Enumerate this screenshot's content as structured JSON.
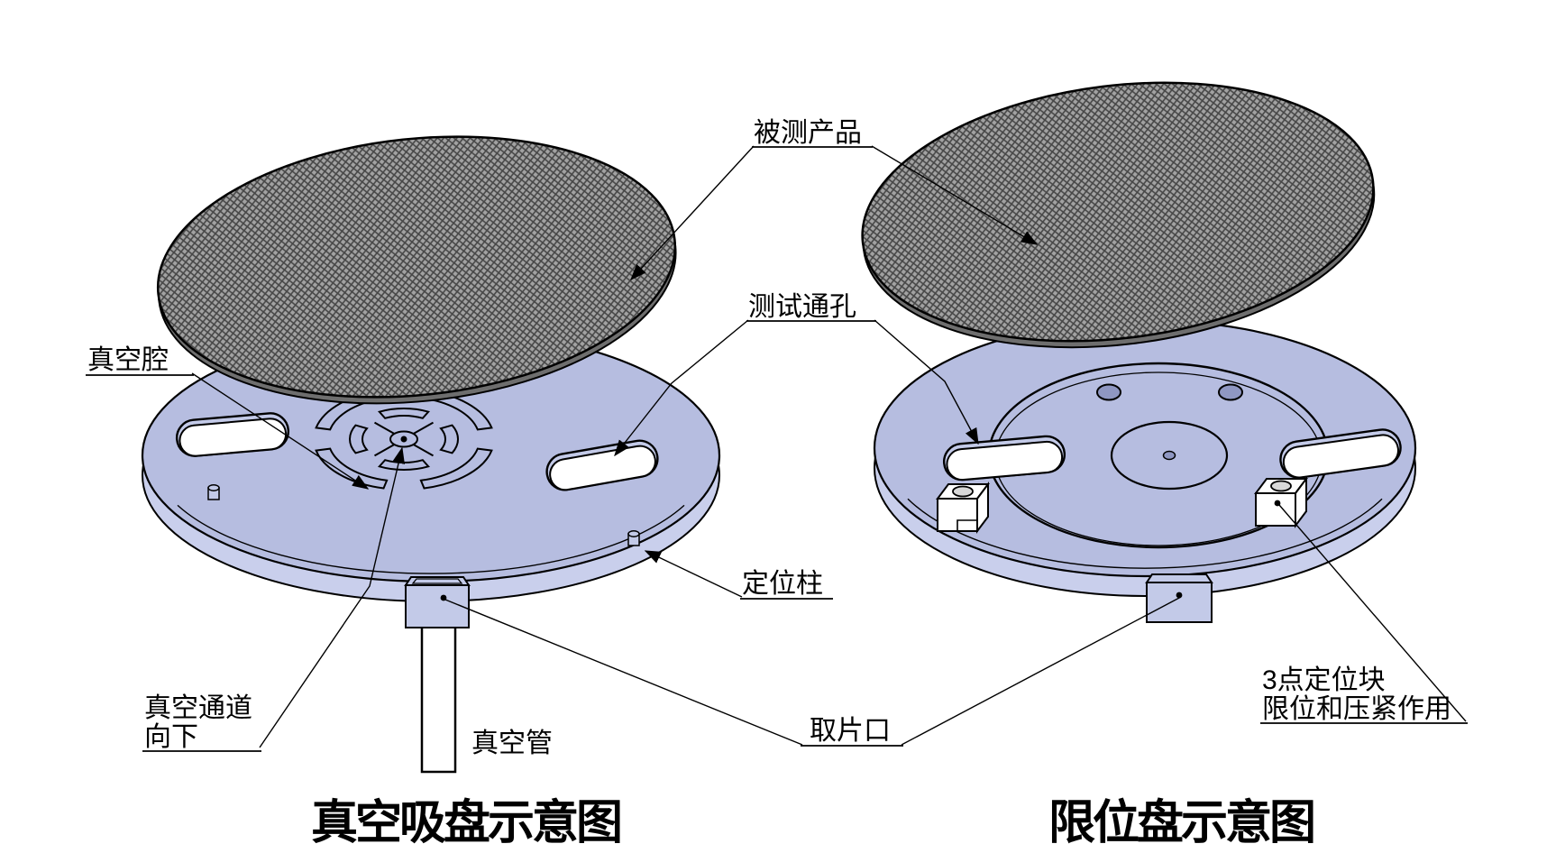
{
  "labels": {
    "vacuum_cavity": "真空腔",
    "product_under_test": "被测产品",
    "test_through_hole": "测试通孔",
    "positioning_pin": "定位柱",
    "vacuum_channel_line1": "真空通道",
    "vacuum_channel_line2": "向下",
    "vacuum_tube": "真空管",
    "pick_opening": "取片口",
    "three_point_block_line1": "3点定位块",
    "three_point_block_line2": "限位和压紧作用"
  },
  "titles": {
    "left": "真空吸盘示意图",
    "right": "限位盘示意图"
  },
  "colors": {
    "plate": "#b6bde0",
    "plate_side": "#c9cfec",
    "plate_accent": "#c3cae8",
    "wafer_base": "#a2a2a2",
    "wafer_hatch": "#474747",
    "hole": "#8f97c2",
    "outline": "#000000"
  }
}
